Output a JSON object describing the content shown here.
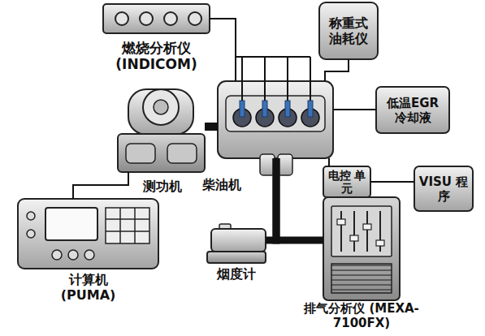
{
  "diagram": {
    "nodes": [
      {
        "text": [
          "燃烧分析仪 (INDICOM)"
        ]
      },
      {
        "text": [
          "称重式 油耗仪"
        ]
      },
      {
        "text": [
          "低温EGR 冷却液"
        ]
      },
      {
        "text": [
          "测功机"
        ]
      },
      {
        "text": [
          "柴油机"
        ]
      },
      {
        "text": [
          "电控 单元"
        ]
      },
      {
        "text": [
          "VISU 程序"
        ]
      },
      {
        "text": [
          "计算机 (PUMA)"
        ]
      },
      {
        "text": [
          "烟度计"
        ]
      },
      {
        "text": [
          "排气分析仪 (MEXA-7100FX)"
        ]
      }
    ],
    "edges": [
      {
        "from": 0,
        "to": 4,
        "arrow": "none"
      },
      {
        "from": 1,
        "to": 4,
        "arrow": "none"
      },
      {
        "from": 2,
        "to": 4,
        "arrow": "none"
      },
      {
        "from": 3,
        "to": 4,
        "arrow": "none"
      },
      {
        "from": 4,
        "to": 5,
        "arrow": "none"
      },
      {
        "from": 5,
        "to": 6,
        "arrow": "none"
      },
      {
        "from": 7,
        "to": 3,
        "arrow": "none"
      },
      {
        "from": 4,
        "to": 9,
        "arrow": "none"
      },
      {
        "from": 4,
        "to": 8,
        "arrow": "none"
      }
    ]
  }
}
